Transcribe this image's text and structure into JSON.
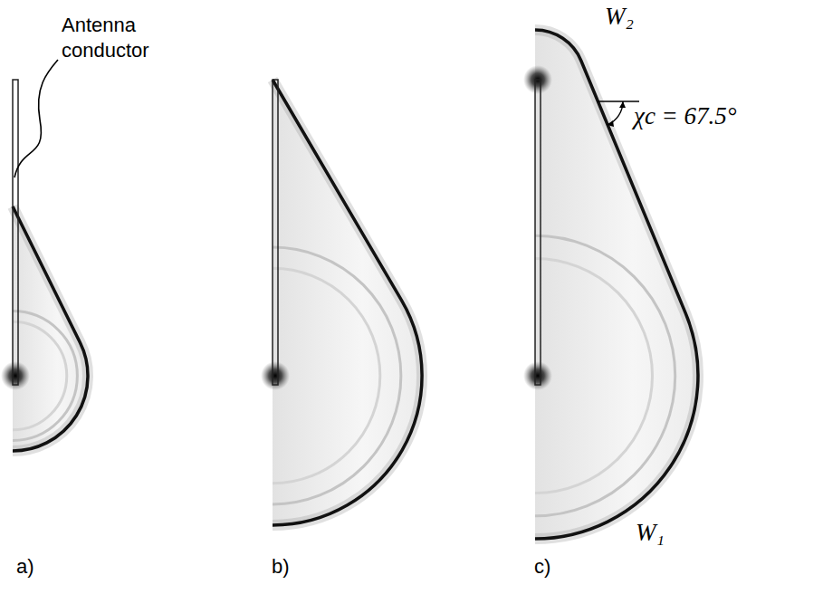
{
  "diagram": {
    "labels": [
      "Antenna conductor",
      "W₂",
      "χc = 67.5°",
      "W₁",
      "a)",
      "b)",
      "c)"
    ]
  }
}
